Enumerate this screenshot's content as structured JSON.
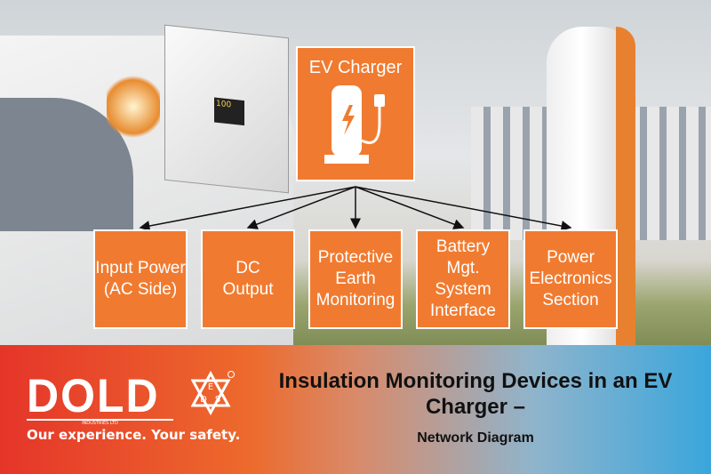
{
  "hub": {
    "label": "EV Charger",
    "icon": "ev-charger-icon"
  },
  "nodes": [
    {
      "label": "Input Power (AC Side)"
    },
    {
      "label": "DC Output"
    },
    {
      "label": "Protective Earth Monitoring"
    },
    {
      "label": "Battery Mgt. System Interface"
    },
    {
      "label": "Power Electronics Section"
    }
  ],
  "device": {
    "display": "100"
  },
  "banner": {
    "logo": "DOLD",
    "logo_sub": "INDUSTRIES LTD",
    "tagline": "Our experience. Your safety.",
    "cert_logo": "EDS",
    "title": "Insulation Monitoring Devices in an EV Charger –",
    "subtitle": "Network Diagram"
  },
  "colors": {
    "box": "#f07b30",
    "banner_left": "#e5352a",
    "banner_right": "#3aa6dc"
  }
}
